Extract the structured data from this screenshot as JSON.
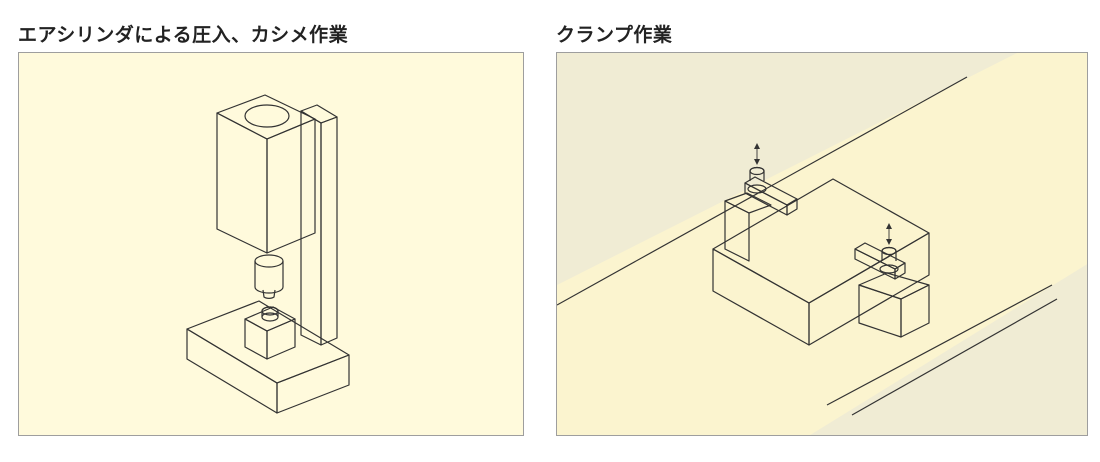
{
  "panels": [
    {
      "title": "エアシリンダによる圧入、カシメ作業",
      "background": "#fffadc",
      "illustration": "air-cylinder-press-fit"
    },
    {
      "title": "クランプ作業",
      "background": "#f0ecd4",
      "stripe_background": "#fbf4cf",
      "illustration": "clamp-operation"
    }
  ],
  "colors": {
    "panel_border": "#9e9e9e",
    "face_light": "#e9e9e9",
    "face_mid": "#d2d2d2",
    "face_dark": "#b9b9b9",
    "outline": "#333333"
  }
}
